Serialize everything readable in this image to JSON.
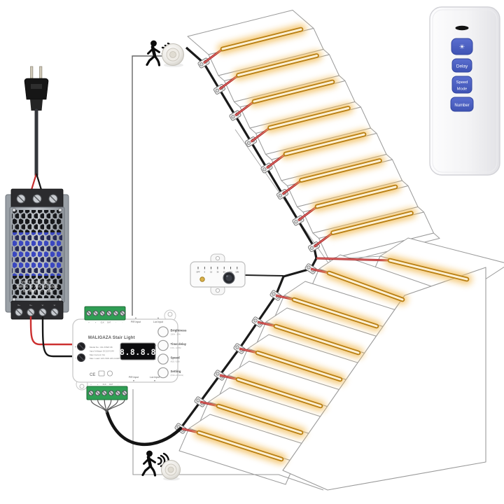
{
  "remote": {
    "buttons": [
      {
        "name": "power",
        "label": "☀"
      },
      {
        "name": "delay",
        "label": "Delay"
      },
      {
        "name": "speed-mode",
        "line1": "Speed",
        "line2": "Mode"
      },
      {
        "name": "number",
        "label": "Number"
      }
    ],
    "button_color": "#4a5fc4"
  },
  "controller": {
    "brand": "MALIGAZA Stair Light",
    "display_value": "8.8.8.8",
    "io_top": {
      "pir": "PIR Input",
      "lux": "Lux Input"
    },
    "io_bottom": {
      "pir": "PIR Input",
      "lux": "Lux Input"
    },
    "arrow_up": "▲",
    "arrow_down": "▼",
    "terminal_labels": [
      "+",
      "+",
      "CLK",
      "DAT",
      "-",
      "-"
    ],
    "dc_labels": [
      "+",
      "-"
    ],
    "panel_buttons": [
      {
        "label": "Brightness",
        "sub": "100% - 10%"
      },
      {
        "label": "Time delay",
        "sub": "0.5S - 10.5M"
      },
      {
        "label": "Speed",
        "sub": "ADD / SUB"
      },
      {
        "label": "Setting",
        "sub": "(PIR·LUX·RUN)"
      }
    ],
    "button_prefix": [
      "",
      "+",
      "-",
      ""
    ],
    "specs": [
      "Model No.: ML-STEP-36",
      "Input Voltage: DC12V-24V",
      "Max Current: 6A",
      "Max. Load: 12V-72W 24V-144W"
    ],
    "cert": "CE"
  },
  "psu": {
    "label_lines": [
      "MODEL:CL-100W-24V",
      "INPUT:100-265V AC 50/60Hz",
      "OUTPUT:24V---4.16A"
    ],
    "bottom_terminal_labels": [
      "V+",
      "V+",
      "V-",
      "V-"
    ]
  },
  "lux_sensor": {
    "scale": [
      "OFF",
      "5",
      "15",
      "30",
      "60",
      "10S",
      "15M"
    ]
  },
  "stairs": {
    "upper_steps": 8,
    "lower_steps": 8,
    "strip_color": "#b97f12",
    "strip_core": "#fcf0d4",
    "glow_color": "#f2bb55"
  },
  "colors": {
    "cable": "#1a1a1a",
    "wire_red": "#c83434",
    "outline": "#9a9a9a"
  }
}
